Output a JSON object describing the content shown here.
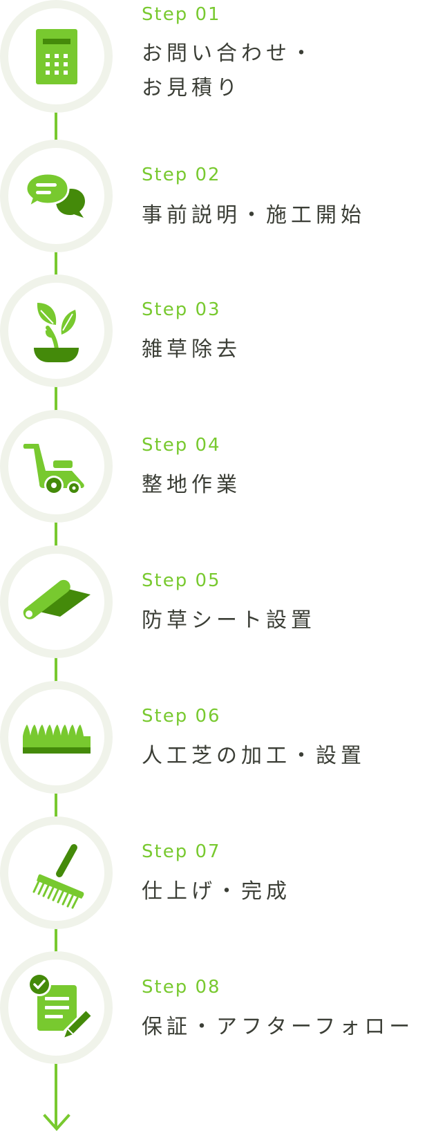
{
  "colors": {
    "accent_light": "#78c92f",
    "accent_dark": "#448a0a",
    "ring": "#f0f3ea",
    "title_text": "#3b3e36"
  },
  "steps": [
    {
      "label": "Step 01",
      "title_line1": "お問い合わせ・",
      "title_line2": "お見積り",
      "icon": "calculator-icon"
    },
    {
      "label": "Step 02",
      "title": "事前説明・施工開始",
      "icon": "speech-bubbles-icon"
    },
    {
      "label": "Step 03",
      "title": "雑草除去",
      "icon": "plant-sprout-icon"
    },
    {
      "label": "Step 04",
      "title": "整地作業",
      "icon": "lawn-mower-icon"
    },
    {
      "label": "Step 05",
      "title": "防草シート設置",
      "icon": "sheet-roll-icon"
    },
    {
      "label": "Step 06",
      "title": "人工芝の加工・設置",
      "icon": "artificial-grass-icon"
    },
    {
      "label": "Step 07",
      "title": "仕上げ・完成",
      "icon": "rake-icon"
    },
    {
      "label": "Step 08",
      "title": "保証・アフターフォロー",
      "icon": "document-check-pencil-icon"
    }
  ]
}
